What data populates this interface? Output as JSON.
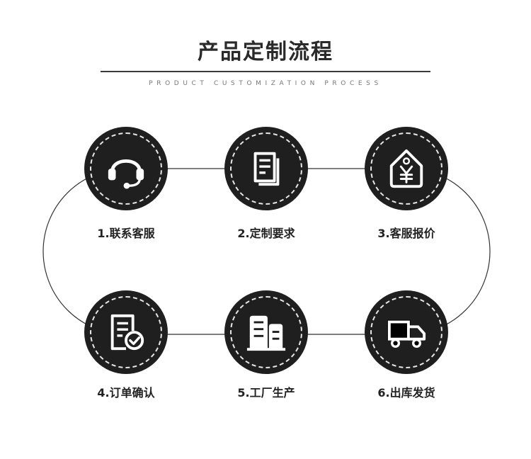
{
  "header": {
    "title": "产品定制流程",
    "subtitle": "PRODUCT CUSTOMIZATION PROCESS"
  },
  "colors": {
    "circle": "#1f1f1f",
    "icon": "#ffffff",
    "line": "#333333",
    "text": "#222222"
  },
  "steps": [
    {
      "label": "1.联系客服",
      "icon": "headset-icon"
    },
    {
      "label": "2.定制要求",
      "icon": "document-stack-icon"
    },
    {
      "label": "3.客服报价",
      "icon": "price-tag-yuan-icon"
    },
    {
      "label": "4.订单确认",
      "icon": "document-check-icon"
    },
    {
      "label": "5.工厂生产",
      "icon": "factory-buildings-icon"
    },
    {
      "label": "6.出库发货",
      "icon": "delivery-truck-icon"
    }
  ]
}
